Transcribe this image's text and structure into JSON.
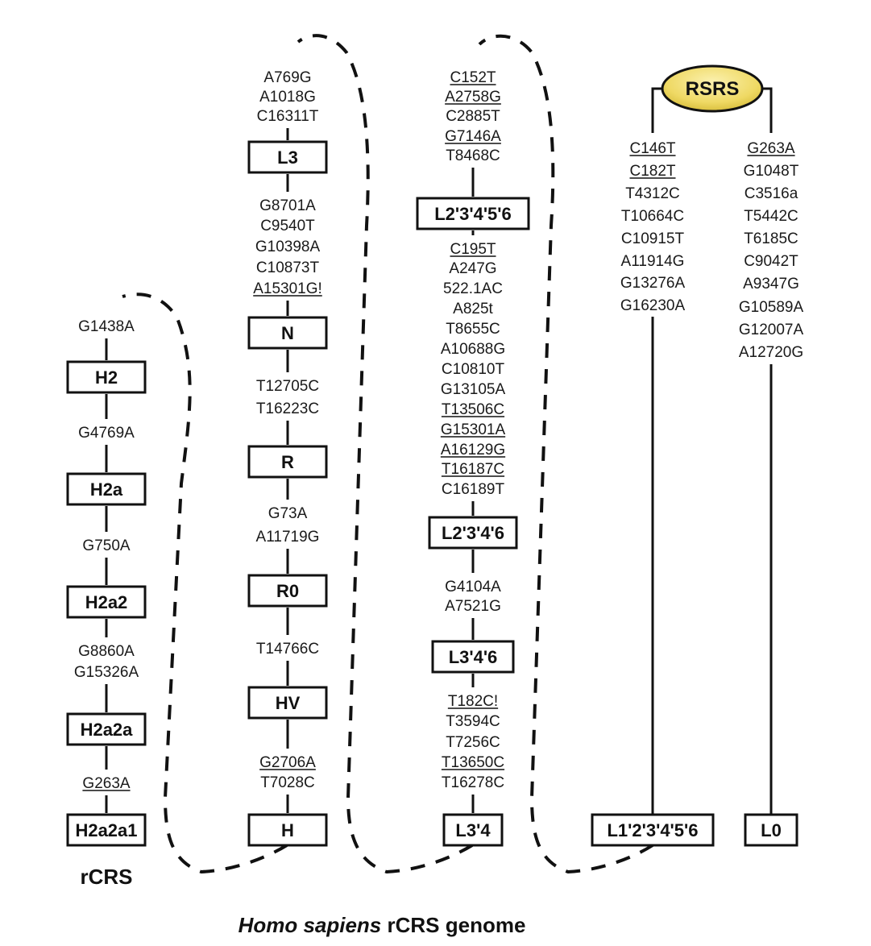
{
  "title": {
    "italic_part": "Homo sapiens",
    "rest": " rCRS genome"
  },
  "reference_label": "rCRS",
  "root": {
    "label": "RSRS",
    "fill": "#f3e07a",
    "stroke": "#111111"
  },
  "colors": {
    "line": "#111111",
    "text": "#1a1a1a",
    "root_fill": "#f3e07a"
  },
  "columns": [
    {
      "id": "h-column",
      "items": [
        {
          "type": "mutations",
          "values": [
            {
              "text": "G1438A",
              "underline": false
            }
          ]
        },
        {
          "type": "node",
          "label": "H2"
        },
        {
          "type": "mutations",
          "values": [
            {
              "text": "G4769A",
              "underline": false
            }
          ]
        },
        {
          "type": "node",
          "label": "H2a"
        },
        {
          "type": "mutations",
          "values": [
            {
              "text": "G750A",
              "underline": false
            }
          ]
        },
        {
          "type": "node",
          "label": "H2a2"
        },
        {
          "type": "mutations",
          "values": [
            {
              "text": "G8860A",
              "underline": false
            },
            {
              "text": "G15326A",
              "underline": false
            }
          ]
        },
        {
          "type": "node",
          "label": "H2a2a"
        },
        {
          "type": "mutations",
          "values": [
            {
              "text": "G263A",
              "underline": true
            }
          ]
        },
        {
          "type": "node",
          "label": "H2a2a1"
        }
      ]
    },
    {
      "id": "l3-column",
      "items": [
        {
          "type": "mutations",
          "values": [
            {
              "text": "A769G",
              "underline": false
            },
            {
              "text": "A1018G",
              "underline": false
            },
            {
              "text": "C16311T",
              "underline": false
            }
          ]
        },
        {
          "type": "node",
          "label": "L3"
        },
        {
          "type": "mutations",
          "values": [
            {
              "text": "G8701A",
              "underline": false
            },
            {
              "text": "C9540T",
              "underline": false
            },
            {
              "text": "G10398A",
              "underline": false
            },
            {
              "text": "C10873T",
              "underline": false
            },
            {
              "text": "A15301G!",
              "underline": true
            }
          ]
        },
        {
          "type": "node",
          "label": "N"
        },
        {
          "type": "mutations",
          "values": [
            {
              "text": "T12705C",
              "underline": false
            },
            {
              "text": "T16223C",
              "underline": false
            }
          ]
        },
        {
          "type": "node",
          "label": "R"
        },
        {
          "type": "mutations",
          "values": [
            {
              "text": "G73A",
              "underline": false
            },
            {
              "text": "A11719G",
              "underline": false
            }
          ]
        },
        {
          "type": "node",
          "label": "R0"
        },
        {
          "type": "mutations",
          "values": [
            {
              "text": "T14766C",
              "underline": false
            }
          ]
        },
        {
          "type": "node",
          "label": "HV"
        },
        {
          "type": "mutations",
          "values": [
            {
              "text": "G2706A",
              "underline": true
            },
            {
              "text": "T7028C",
              "underline": false
            }
          ]
        },
        {
          "type": "node",
          "label": "H"
        }
      ]
    },
    {
      "id": "l2-column",
      "items": [
        {
          "type": "mutations",
          "values": [
            {
              "text": "C152T",
              "underline": true
            },
            {
              "text": "A2758G",
              "underline": true
            },
            {
              "text": "C2885T",
              "underline": false
            },
            {
              "text": "G7146A",
              "underline": true
            },
            {
              "text": "T8468C",
              "underline": false
            }
          ]
        },
        {
          "type": "node",
          "label": "L2'3'4'5'6"
        },
        {
          "type": "mutations",
          "values": [
            {
              "text": "C195T",
              "underline": true
            },
            {
              "text": "A247G",
              "underline": false
            },
            {
              "text": "522.1AC",
              "underline": false
            },
            {
              "text": "A825t",
              "underline": false
            },
            {
              "text": "T8655C",
              "underline": false
            },
            {
              "text": "A10688G",
              "underline": false
            },
            {
              "text": "C10810T",
              "underline": false
            },
            {
              "text": "G13105A",
              "underline": false
            },
            {
              "text": "T13506C",
              "underline": true
            },
            {
              "text": "G15301A",
              "underline": true
            },
            {
              "text": "A16129G",
              "underline": true
            },
            {
              "text": "T16187C",
              "underline": true
            },
            {
              "text": "C16189T",
              "underline": false
            }
          ]
        },
        {
          "type": "node",
          "label": "L2'3'4'6"
        },
        {
          "type": "mutations",
          "values": [
            {
              "text": "G4104A",
              "underline": false
            },
            {
              "text": "A7521G",
              "underline": false
            }
          ]
        },
        {
          "type": "node",
          "label": "L3'4'6"
        },
        {
          "type": "mutations",
          "values": [
            {
              "text": "T182C!",
              "underline": true
            },
            {
              "text": "T3594C",
              "underline": false
            },
            {
              "text": "T7256C",
              "underline": false
            },
            {
              "text": "T13650C",
              "underline": true
            },
            {
              "text": "T16278C",
              "underline": false
            }
          ]
        },
        {
          "type": "node",
          "label": "L3'4"
        }
      ]
    },
    {
      "id": "l1-column",
      "items": [
        {
          "type": "mutations",
          "values": [
            {
              "text": "C146T",
              "underline": true
            },
            {
              "text": "C182T",
              "underline": true
            },
            {
              "text": "T4312C",
              "underline": false
            },
            {
              "text": "T10664C",
              "underline": false
            },
            {
              "text": "C10915T",
              "underline": false
            },
            {
              "text": "A11914G",
              "underline": false
            },
            {
              "text": "G13276A",
              "underline": false
            },
            {
              "text": "G16230A",
              "underline": false
            }
          ]
        },
        {
          "type": "node",
          "label": "L1'2'3'4'5'6"
        }
      ]
    },
    {
      "id": "l0-column",
      "items": [
        {
          "type": "mutations",
          "values": [
            {
              "text": "G263A",
              "underline": true
            },
            {
              "text": "G1048T",
              "underline": false
            },
            {
              "text": "C3516a",
              "underline": false
            },
            {
              "text": "T5442C",
              "underline": false
            },
            {
              "text": "T6185C",
              "underline": false
            },
            {
              "text": "C9042T",
              "underline": false
            },
            {
              "text": "A9347G",
              "underline": false
            },
            {
              "text": "G10589A",
              "underline": false
            },
            {
              "text": "G12007A",
              "underline": false
            },
            {
              "text": "A12720G",
              "underline": false
            }
          ]
        },
        {
          "type": "node",
          "label": "L0"
        }
      ]
    }
  ]
}
